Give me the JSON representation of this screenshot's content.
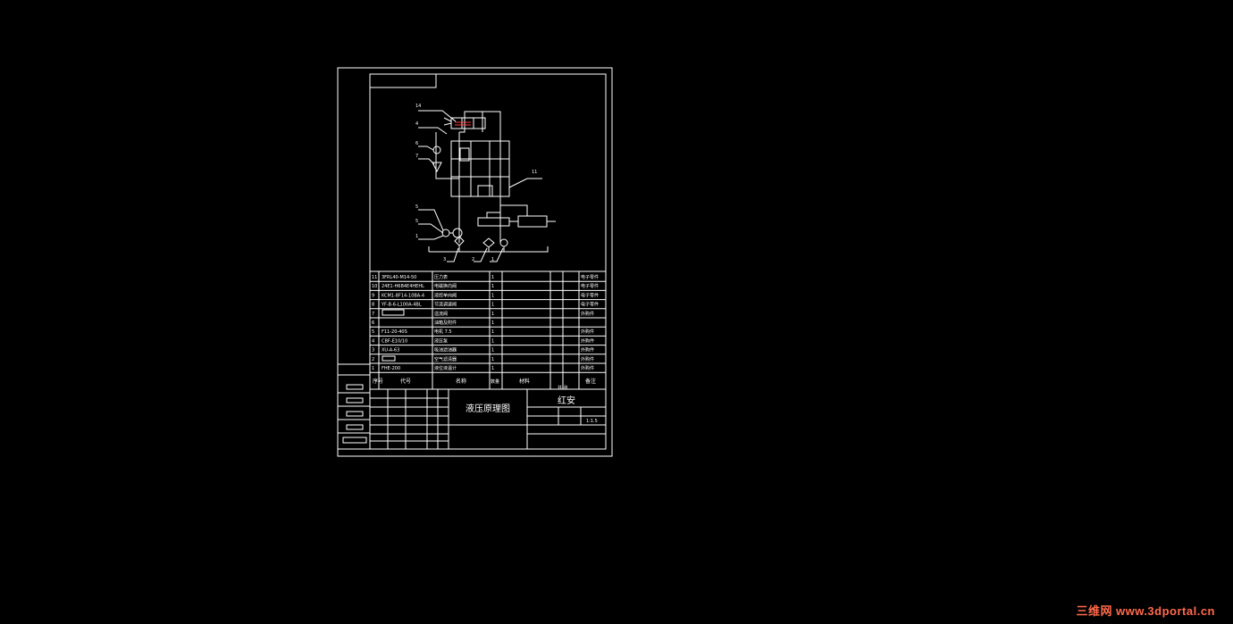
{
  "colors": {
    "background": "#000000",
    "line": "#ffffff",
    "highlight": "#ff3b3b",
    "watermark": "#ff6a4d"
  },
  "drawing": {
    "title": "液压原理图",
    "designer": "红安",
    "scale": "1:1.5",
    "sheet_label": "共 张",
    "callouts": [
      "14",
      "4",
      "6",
      "7",
      "11",
      "5",
      "5",
      "1",
      "3",
      "2",
      "1"
    ],
    "parts": [
      {
        "no": "11",
        "code": "3FRL40-M14-50",
        "name": "压力表",
        "qty": "1",
        "note": "电子零件"
      },
      {
        "no": "10",
        "code": "24E1-H6B4E4HEHL",
        "name": "电磁换向阀",
        "qty": "1",
        "note": "电子零件"
      },
      {
        "no": "9",
        "code": "KCM1-8F14-10BA-4",
        "name": "液控单向阀",
        "qty": "1",
        "note": "电子零件"
      },
      {
        "no": "8",
        "code": "YF-B-6-L100A-4BL",
        "name": "节流调速阀",
        "qty": "1",
        "note": "电子零件"
      },
      {
        "no": "7",
        "code": "",
        "name": "溢流阀",
        "qty": "1",
        "note": "外购件"
      },
      {
        "no": "6",
        "code": "",
        "name": "油箱及附件",
        "qty": "1",
        "note": ""
      },
      {
        "no": "5",
        "code": "F11-20-40S",
        "name": "电机  7.5",
        "qty": "1",
        "note": "外购件"
      },
      {
        "no": "4",
        "code": "CBF-E10/10",
        "name": "液压泵",
        "qty": "1",
        "note": "外购件"
      },
      {
        "no": "3",
        "code": "XU-A-63",
        "name": "吸油滤油器",
        "qty": "1",
        "note": "外购件"
      },
      {
        "no": "2",
        "code": "",
        "name": "空气滤清器",
        "qty": "1",
        "note": "外购件"
      },
      {
        "no": "1",
        "code": "FHE-200",
        "name": "液位液温计",
        "qty": "1",
        "note": "外购件"
      }
    ],
    "header": {
      "no": "序号",
      "code": "代号",
      "name": "名称",
      "qty": "数量",
      "material": "材料",
      "note": "备注"
    }
  },
  "watermark": {
    "brand": "三维网",
    "url": "www.3dportal.cn"
  }
}
